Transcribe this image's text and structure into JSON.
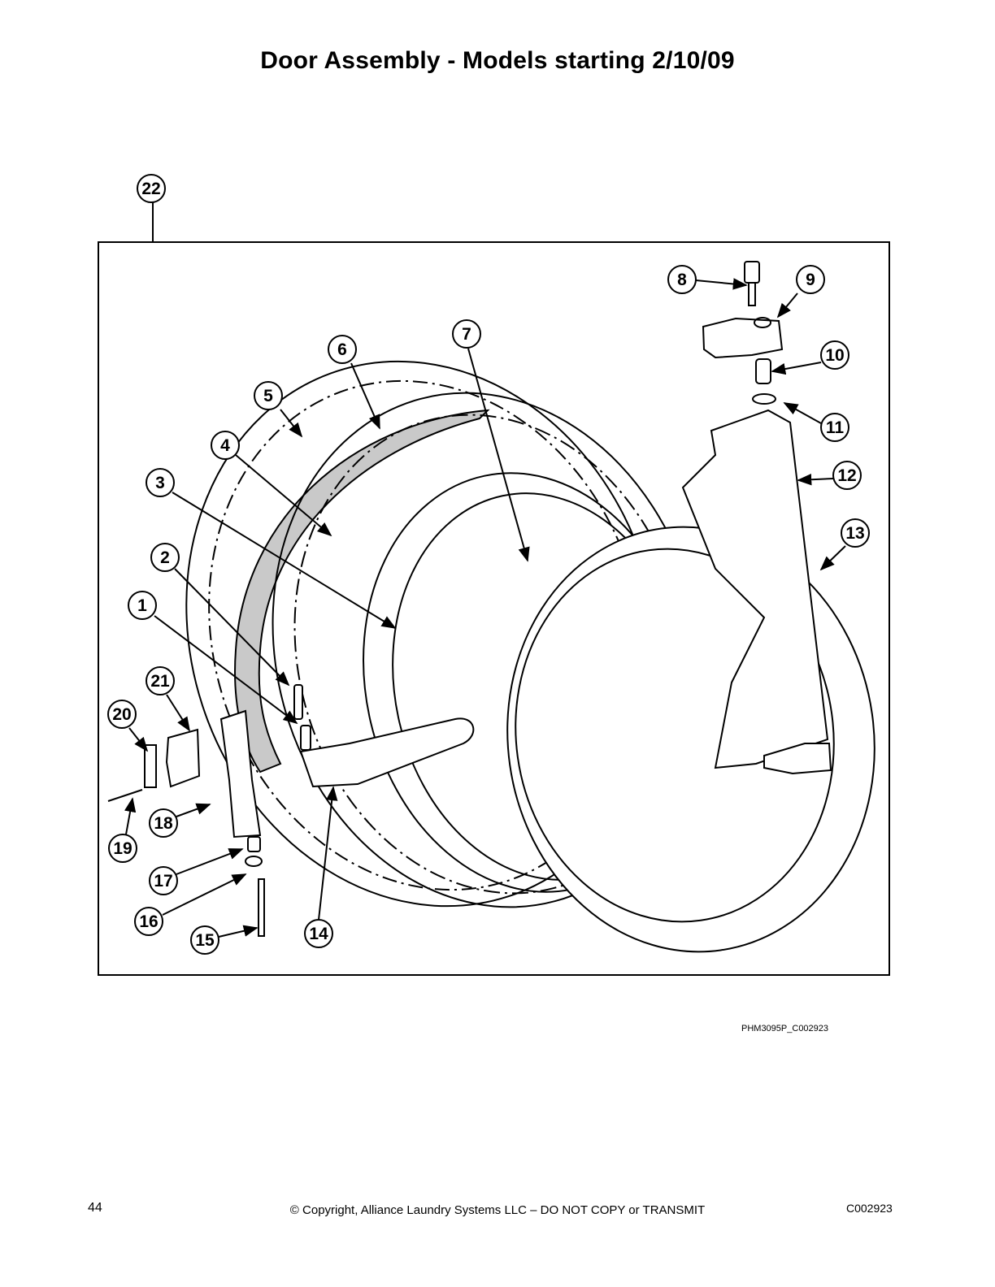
{
  "page": {
    "title": "Door Assembly - Models starting 2/10/09",
    "figure_ref": "PHM3095P_C002923",
    "page_number": "44",
    "copyright": "© Copyright, Alliance Laundry Systems LLC – DO NOT COPY or TRANSMIT",
    "doc_code": "C002923"
  },
  "callouts": [
    "1",
    "2",
    "3",
    "4",
    "5",
    "6",
    "7",
    "8",
    "9",
    "10",
    "11",
    "12",
    "13",
    "14",
    "15",
    "16",
    "17",
    "18",
    "19",
    "20",
    "21",
    "22"
  ]
}
